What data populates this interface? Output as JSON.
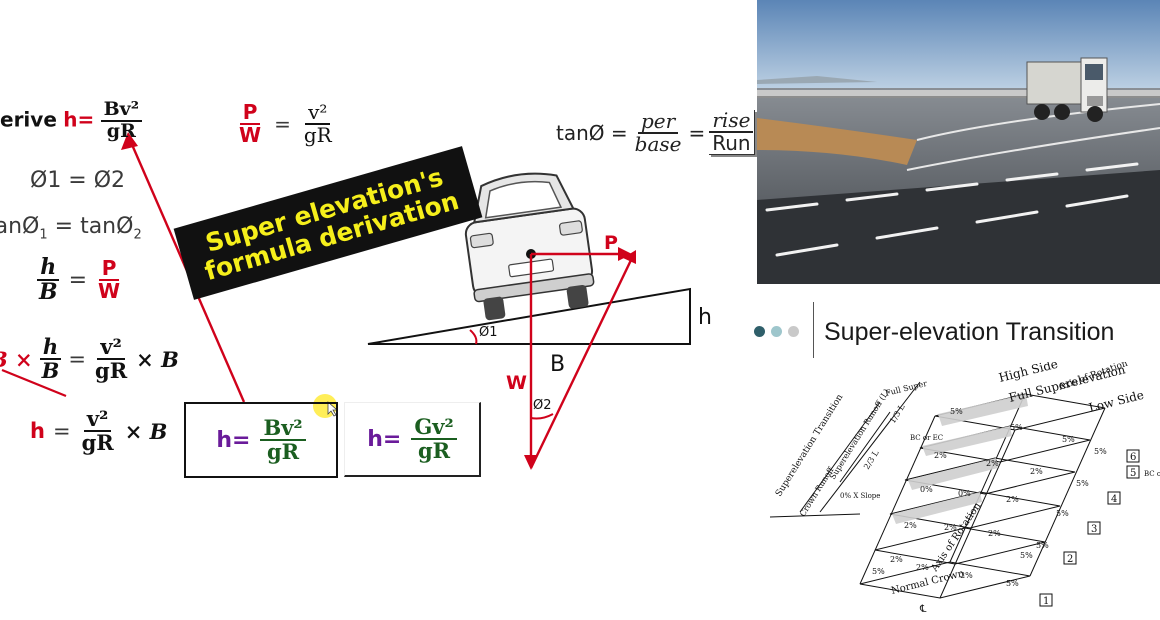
{
  "banner": {
    "line1": "Super elevation's",
    "line2": "formula derivation"
  },
  "left_equations": {
    "line1_prefix": "erive",
    "line1_h": "h=",
    "line1_num": "Bv²",
    "line1_den": "gR",
    "line2": "Ø1 = Ø2",
    "line3_left": "tanØ",
    "line3_sub1": "1",
    "line3_eq": " = tanØ",
    "line3_sub2": "2",
    "line4_num": "h",
    "line4_den": "B",
    "line4_eq": "=",
    "line4_rnum": "P",
    "line4_rden": "W",
    "line5_b": "B ×",
    "line5_num": "h",
    "line5_den": "B",
    "line5_eq": "=",
    "line5_rnum": "v²",
    "line5_rden": "gR",
    "line5_times": "× B",
    "line6_h": "h",
    "line6_eq": "=",
    "line6_num": "v²",
    "line6_den": "gR",
    "line6_times": "× B"
  },
  "top_eq": {
    "num": "P",
    "den": "W",
    "eq": "=",
    "rnum": "v²",
    "rden": "gR"
  },
  "tan_eq": {
    "lhs": "tanØ =",
    "num1": "per",
    "den1": "base",
    "eq2": "=",
    "num2": "rise",
    "den2": "Run"
  },
  "boxed_eq_1": {
    "h": "h=",
    "num": "Bv²",
    "den": "gR"
  },
  "boxed_eq_2": {
    "h": "h=",
    "num": "Gv²",
    "den": "gR"
  },
  "vehicle_diagram": {
    "label_p": "P",
    "label_w": "W",
    "label_phi1": "Ø1",
    "label_phi2": "Ø2",
    "label_B": "B",
    "label_h": "h"
  },
  "right_section": {
    "title": "Super-elevation Transition",
    "dots_colors": [
      "#2f5f6a",
      "#9ec6cc",
      "#c9c9c9"
    ]
  },
  "transition_diagram": {
    "labels": {
      "high_side": "High Side",
      "axis_top": "Axis of Rotation",
      "low_side": "Low Side",
      "full_super": "Full Super",
      "full_superelevation": "Full Superelevation",
      "superelevation_transition": "Superelevation Transition",
      "runoff": "Superelevation Runoff (L)",
      "one_third_l": "1/3 L",
      "two_third_l": "2/3 L",
      "bc_ec": "BC or EC",
      "bc_ec_right": "BC or EC",
      "crown_runoff": "Crown Runoff",
      "zero_slope": "0% X Slope",
      "axis_center": "Axis of Rotation",
      "normal_crown": "Normal Crown",
      "cl": "℄"
    },
    "station_numbers": [
      "6",
      "5",
      "4",
      "3",
      "2",
      "1"
    ],
    "slopes": [
      "5%",
      "5%",
      "5%",
      "5%",
      "2%",
      "2%",
      "2%",
      "5%",
      "0%",
      "0%",
      "2%",
      "5%",
      "2%",
      "2%",
      "2%",
      "5%",
      "2%",
      "5%",
      "5%",
      "2%",
      "2%",
      "5%"
    ]
  }
}
